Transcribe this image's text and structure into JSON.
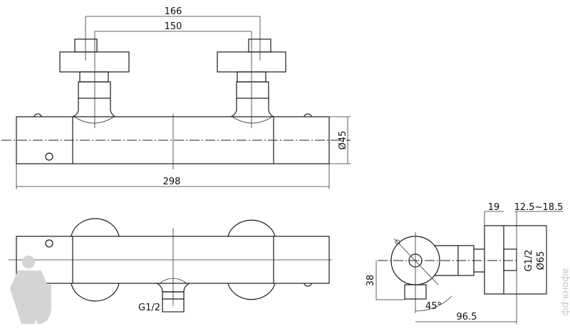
{
  "drawing": {
    "top_view": {
      "dim_handle_outer": "166",
      "dim_handle_inner": "150",
      "dim_length": "298",
      "dim_diameter": "Ø45"
    },
    "front_view": {
      "outlet_thread": "G1/2"
    },
    "side_view": {
      "dim_plate": "19",
      "dim_adjust": "12.5~18.5",
      "dim_diameter": "Ø65",
      "inlet_thread": "G1/2",
      "dim_height": "38",
      "dim_depth": "96.5",
      "angle": "45°"
    },
    "watermark": "афоня.рф"
  }
}
